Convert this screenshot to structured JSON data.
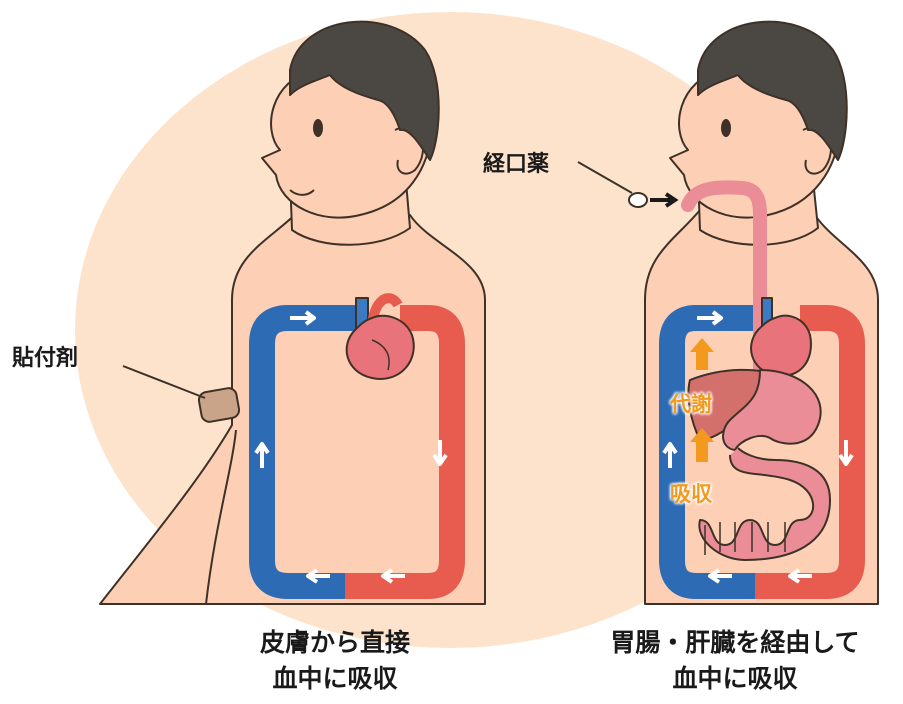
{
  "labels": {
    "patch": "貼付剤",
    "oral": "経口薬",
    "metabolism": "代謝",
    "absorption": "吸収"
  },
  "captions": {
    "left": {
      "line1": "皮膚から直接",
      "line2": "血中に吸収"
    },
    "right": {
      "line1": "胃腸・肝臓を経由して",
      "line2": "血中に吸収"
    }
  },
  "colors": {
    "background_circle": "#fde3cc",
    "skin": "#fdd0b5",
    "outline": "#3d3128",
    "hair": "#4b4844",
    "vein": "#2d6cb5",
    "artery": "#e85c50",
    "heart": "#e9737a",
    "organ": "#ea8d96",
    "liver": "#d4706c",
    "patch": "#c9a488",
    "accent_orange": "#f39a1e"
  }
}
